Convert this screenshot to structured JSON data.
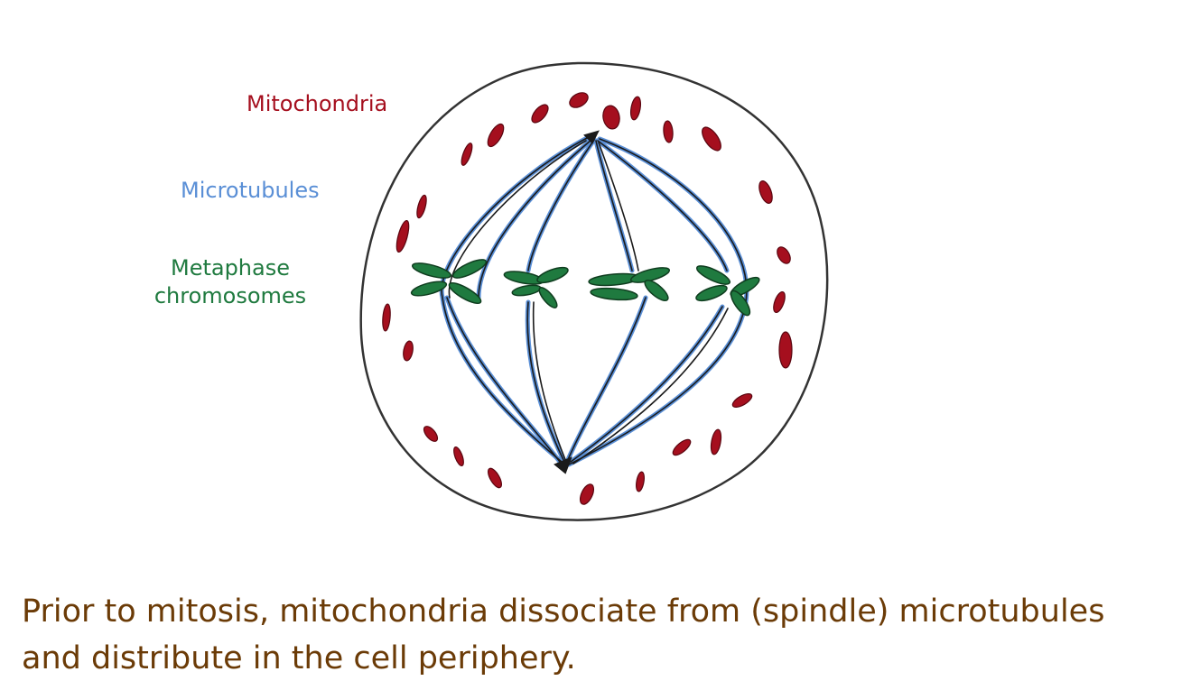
{
  "labels": {
    "mitochondria": "Mitochondria",
    "microtubules": "Microtubules",
    "chromosomes_line1": "Metaphase",
    "chromosomes_line2": "chromosomes"
  },
  "caption": {
    "line1": "Prior to mitosis, mitochondria dissociate from (spindle) microtubules",
    "line2": "and distribute in the cell periphery."
  },
  "colors": {
    "mitochondria": "#a50f1e",
    "microtubules": "#5a8fd6",
    "chromosomes": "#1f7a3f",
    "caption": "#6b3b07",
    "outline": "#333333"
  }
}
